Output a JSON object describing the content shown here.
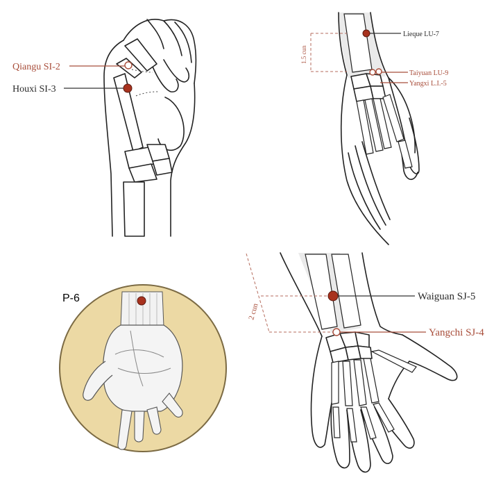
{
  "panels": {
    "fist": {
      "points": [
        {
          "label": "Qiangu SI-2",
          "style": "open"
        },
        {
          "label": "Houxi SI-3",
          "style": "filled"
        }
      ]
    },
    "wrist_radial": {
      "measure": "1.5 cun",
      "points": [
        {
          "label": "Lieque LU-7",
          "style": "filled"
        },
        {
          "label": "Taiyuan LU-9",
          "style": "open"
        },
        {
          "label": "Yangxi L.I.-5",
          "style": "open"
        }
      ]
    },
    "palm": {
      "label": "P-6",
      "colors": {
        "disc_fill": "#ecd9a4",
        "disc_ring": "#7b6a43"
      }
    },
    "dorsal_hand": {
      "measure": "2 cun",
      "points": [
        {
          "label": "Waiguan SJ-5",
          "style": "filled"
        },
        {
          "label": "Yangchi SJ-4",
          "style": "open"
        }
      ]
    }
  },
  "colors": {
    "point_red": "#a8321e",
    "label_red": "#a84d3a"
  }
}
